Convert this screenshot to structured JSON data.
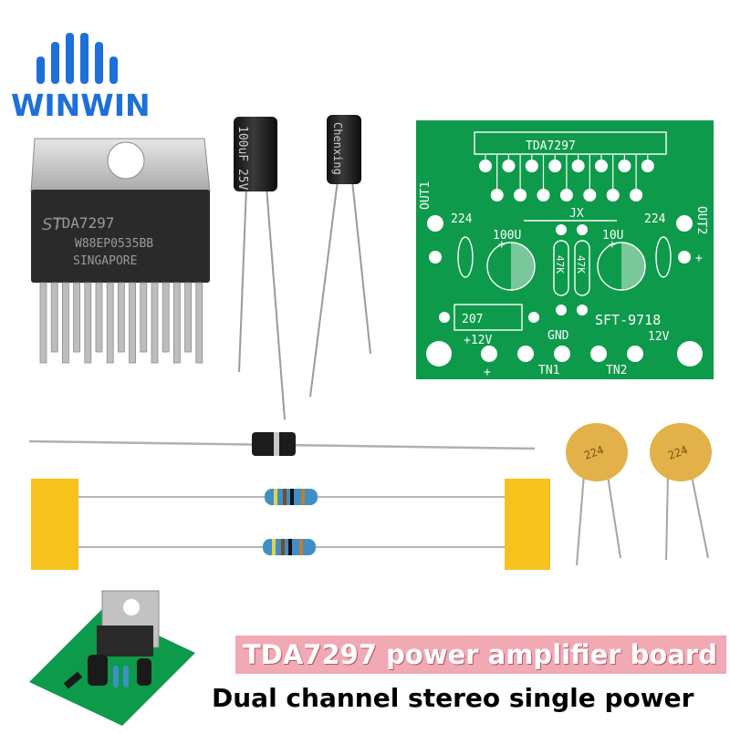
{
  "logo": {
    "text": "WINWIN",
    "color": "#1e6fd9"
  },
  "ic": {
    "part": "TDA7297",
    "code": "W88EP0535BB",
    "origin": "SINGAPORE"
  },
  "capacitors": {
    "cap1": "100uF 25V",
    "cap2": "Chenxing"
  },
  "pcb": {
    "title": "TDA7297",
    "out1": "OUT1",
    "out2": "OUT2",
    "cap_left": "224",
    "cap_right": "224",
    "jx": "JX",
    "ecap_left": "100U",
    "ecap_right": "10U",
    "res1": "47K",
    "res2": "47K",
    "diode": "207",
    "model": "SFT-9718",
    "plus12": "+12V",
    "gnd": "GND",
    "v12": "12V",
    "tn1": "TN1",
    "tn2": "TN2",
    "plus": "+",
    "minus": "-"
  },
  "ceramic_caps": {
    "label": "224"
  },
  "captions": {
    "line1": "TDA7297 power amplifier board",
    "line2": "Dual channel stereo single power"
  },
  "colors": {
    "pcb_green": "#0d9a4a",
    "ic_body": "#2a2a2a",
    "heatsink": "#c9c9c9",
    "tape": "#f6c21c",
    "ceramic": "#e2b14a",
    "caption_bg": "#f1a9b3"
  }
}
